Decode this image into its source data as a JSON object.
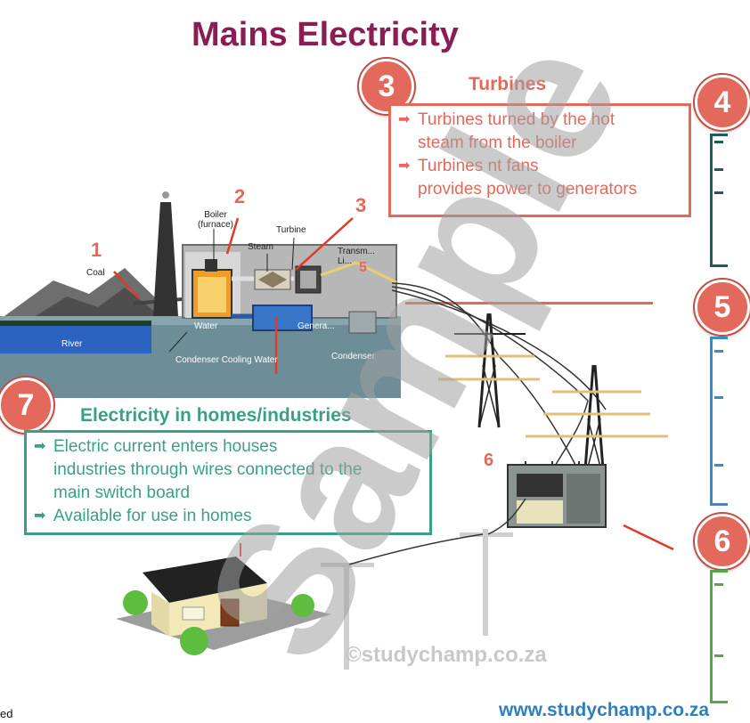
{
  "title": "Mains Electricity",
  "section3": {
    "number": "3",
    "heading": "Turbines",
    "bullets": [
      [
        "Turbines ",
        "turned by the hot"
      ],
      [
        "steam ",
        "from the boiler"
      ]
    ],
    "bullet_lines": [
      "Turbines turned by the hot",
      "steam from the boiler",
      "Turbines ",
      "nt fans",
      "provides power to generators"
    ]
  },
  "section7": {
    "number": "7",
    "heading": "Electricity in homes/industries",
    "lines": [
      "Electric current enters houses",
      "industries through wires connected to the",
      "main switch board",
      "Available for use in homes"
    ]
  },
  "right_circles": [
    "4",
    "5",
    "6"
  ],
  "diagram_labels": {
    "coal": "Coal",
    "boiler": "Boiler\n(furnace)",
    "steam": "Steam",
    "turbine": "Turbine",
    "transmission": "Transm...\nLi...",
    "water": "Water",
    "generator": "Genera...",
    "river": "River",
    "condenser_cooling": "Condenser Cooling Water",
    "condenser": "Condenser"
  },
  "diagram_numbers": [
    "1",
    "2",
    "3",
    "5",
    "6"
  ],
  "watermark": "Sample",
  "copyright": "©studychamp.co.za",
  "website": "www.studychamp.co.za",
  "corner_text": "ed"
}
